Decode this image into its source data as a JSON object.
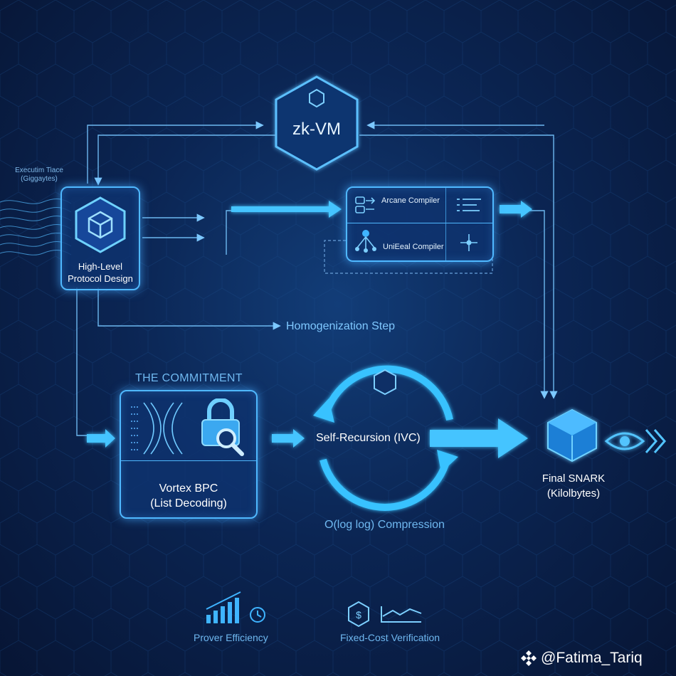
{
  "zkvm": {
    "label": "zk-VM"
  },
  "trace": {
    "label_line1": "Executim Tiace",
    "label_line2": "(Giggaytes)"
  },
  "protocol": {
    "label_line1": "High-Level",
    "label_line2": "Protocol Design"
  },
  "compilers": {
    "arcane_label": "Arcane Compiler",
    "unified_label": "UniEeal Compiler"
  },
  "homogenization": {
    "label": "Homogenization Step"
  },
  "commitment": {
    "heading": "THE COMMITMENT",
    "title_line1": "Vortex BPC",
    "title_line2": "(List Decoding)"
  },
  "recursion": {
    "label": "Self-Recursion (IVC)",
    "compression": "O(log log) Compression"
  },
  "final": {
    "label_line1": "Final SNARK",
    "label_line2": "(Kilolbytes)"
  },
  "footer": {
    "prover": "Prover Efficiency",
    "verification": "Fixed-Cost Verification"
  },
  "watermark": {
    "handle": "@Fatima_Tariq"
  },
  "colors": {
    "accent": "#4fb8ff",
    "bright": "#3fc0ff",
    "text": "#dff1ff",
    "background": "#0b2553"
  }
}
